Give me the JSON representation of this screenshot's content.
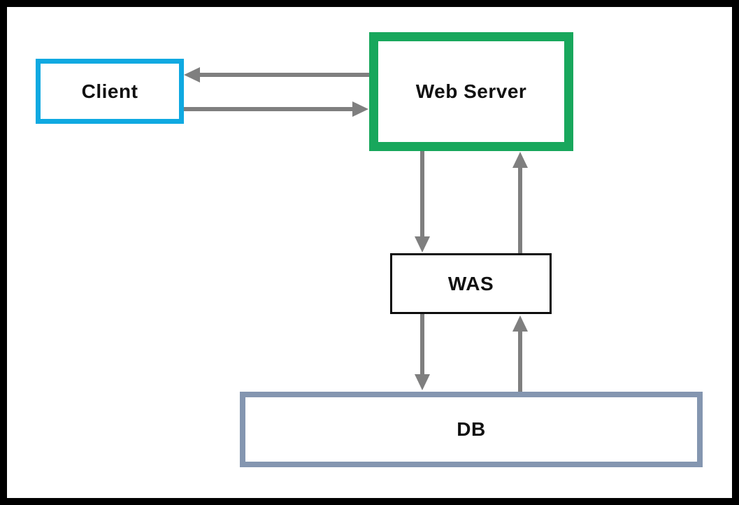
{
  "diagram": {
    "nodes": {
      "client": {
        "label": "Client",
        "border_color": "#0fa9e1"
      },
      "web_server": {
        "label": "Web Server",
        "border_color": "#18a75c"
      },
      "was": {
        "label": "WAS",
        "border_color": "#0d0d0d"
      },
      "db": {
        "label": "DB",
        "border_color": "#8496b0"
      }
    },
    "edges": [
      {
        "from": "web_server",
        "to": "client",
        "direction": "left"
      },
      {
        "from": "client",
        "to": "web_server",
        "direction": "right"
      },
      {
        "from": "web_server",
        "to": "was",
        "direction": "down"
      },
      {
        "from": "was",
        "to": "web_server",
        "direction": "up"
      },
      {
        "from": "was",
        "to": "db",
        "direction": "down"
      },
      {
        "from": "db",
        "to": "was",
        "direction": "up"
      }
    ],
    "arrow_color": "#7f7f7f",
    "outer_border_color": "#000000",
    "background_color": "#ffffff"
  }
}
